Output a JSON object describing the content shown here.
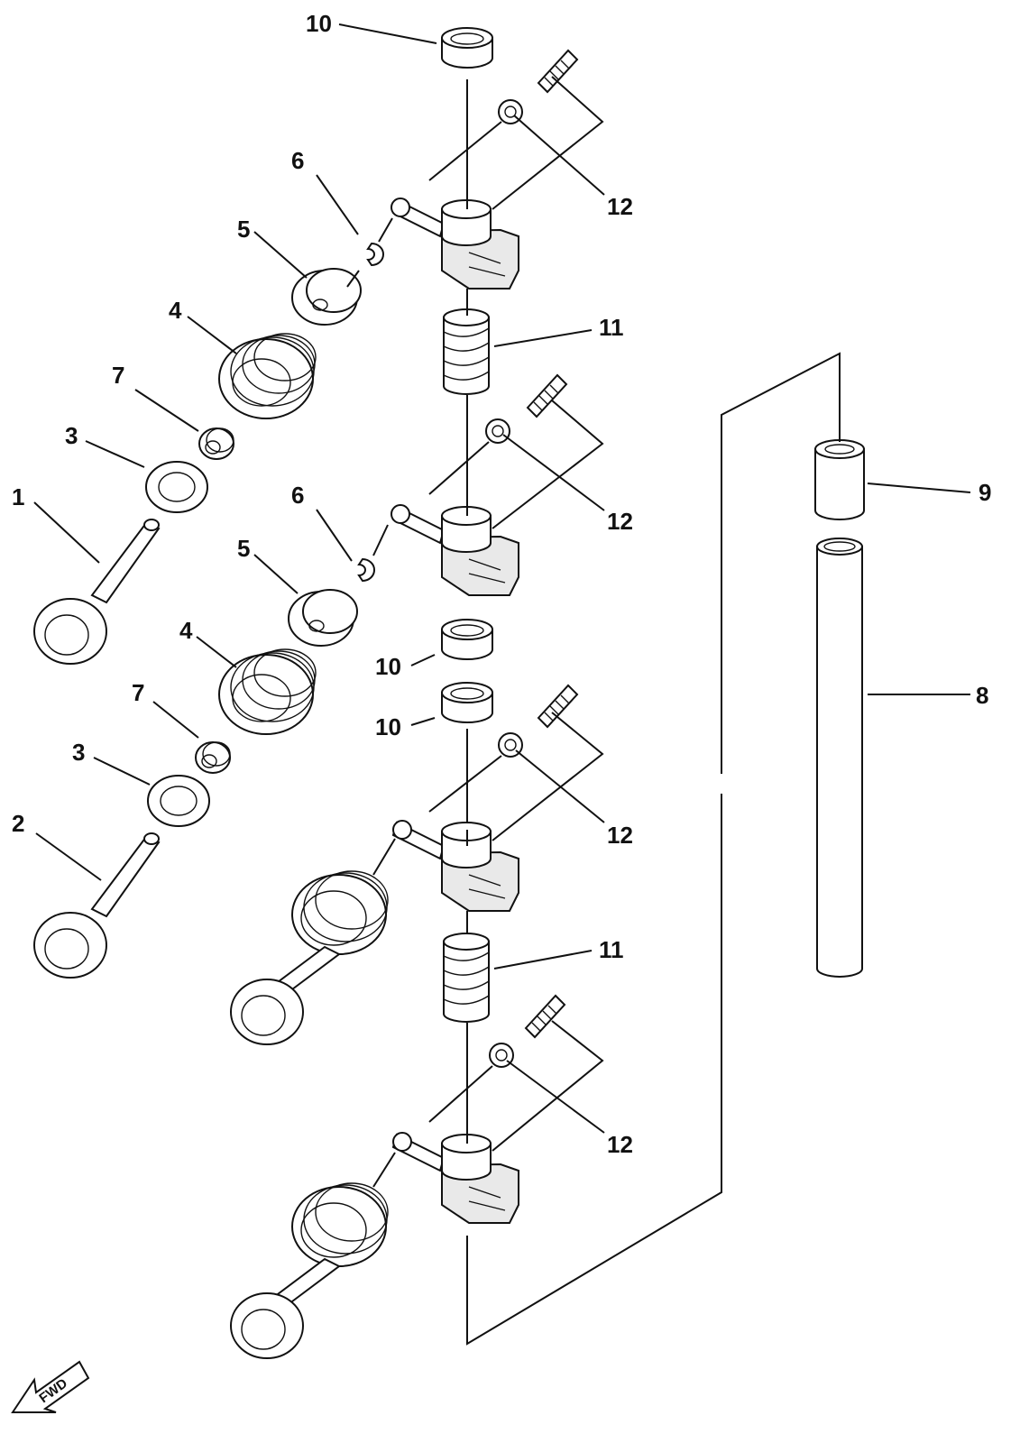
{
  "callouts": [
    {
      "id": "c-10a",
      "text": "10"
    },
    {
      "id": "c-6a",
      "text": "6"
    },
    {
      "id": "c-5a",
      "text": "5"
    },
    {
      "id": "c-12a",
      "text": "12"
    },
    {
      "id": "c-4a",
      "text": "4"
    },
    {
      "id": "c-11a",
      "text": "11"
    },
    {
      "id": "c-7a",
      "text": "7"
    },
    {
      "id": "c-3a",
      "text": "3"
    },
    {
      "id": "c-1",
      "text": "1"
    },
    {
      "id": "c-6b",
      "text": "6"
    },
    {
      "id": "c-12b",
      "text": "12"
    },
    {
      "id": "c-9",
      "text": "9"
    },
    {
      "id": "c-5b",
      "text": "5"
    },
    {
      "id": "c-4b",
      "text": "4"
    },
    {
      "id": "c-10b",
      "text": "10"
    },
    {
      "id": "c-7b",
      "text": "7"
    },
    {
      "id": "c-10c",
      "text": "10"
    },
    {
      "id": "c-8",
      "text": "8"
    },
    {
      "id": "c-3b",
      "text": "3"
    },
    {
      "id": "c-2",
      "text": "2"
    },
    {
      "id": "c-12c",
      "text": "12"
    },
    {
      "id": "c-11b",
      "text": "11"
    },
    {
      "id": "c-12d",
      "text": "12"
    }
  ],
  "direction_marker": {
    "text": "FWD"
  }
}
